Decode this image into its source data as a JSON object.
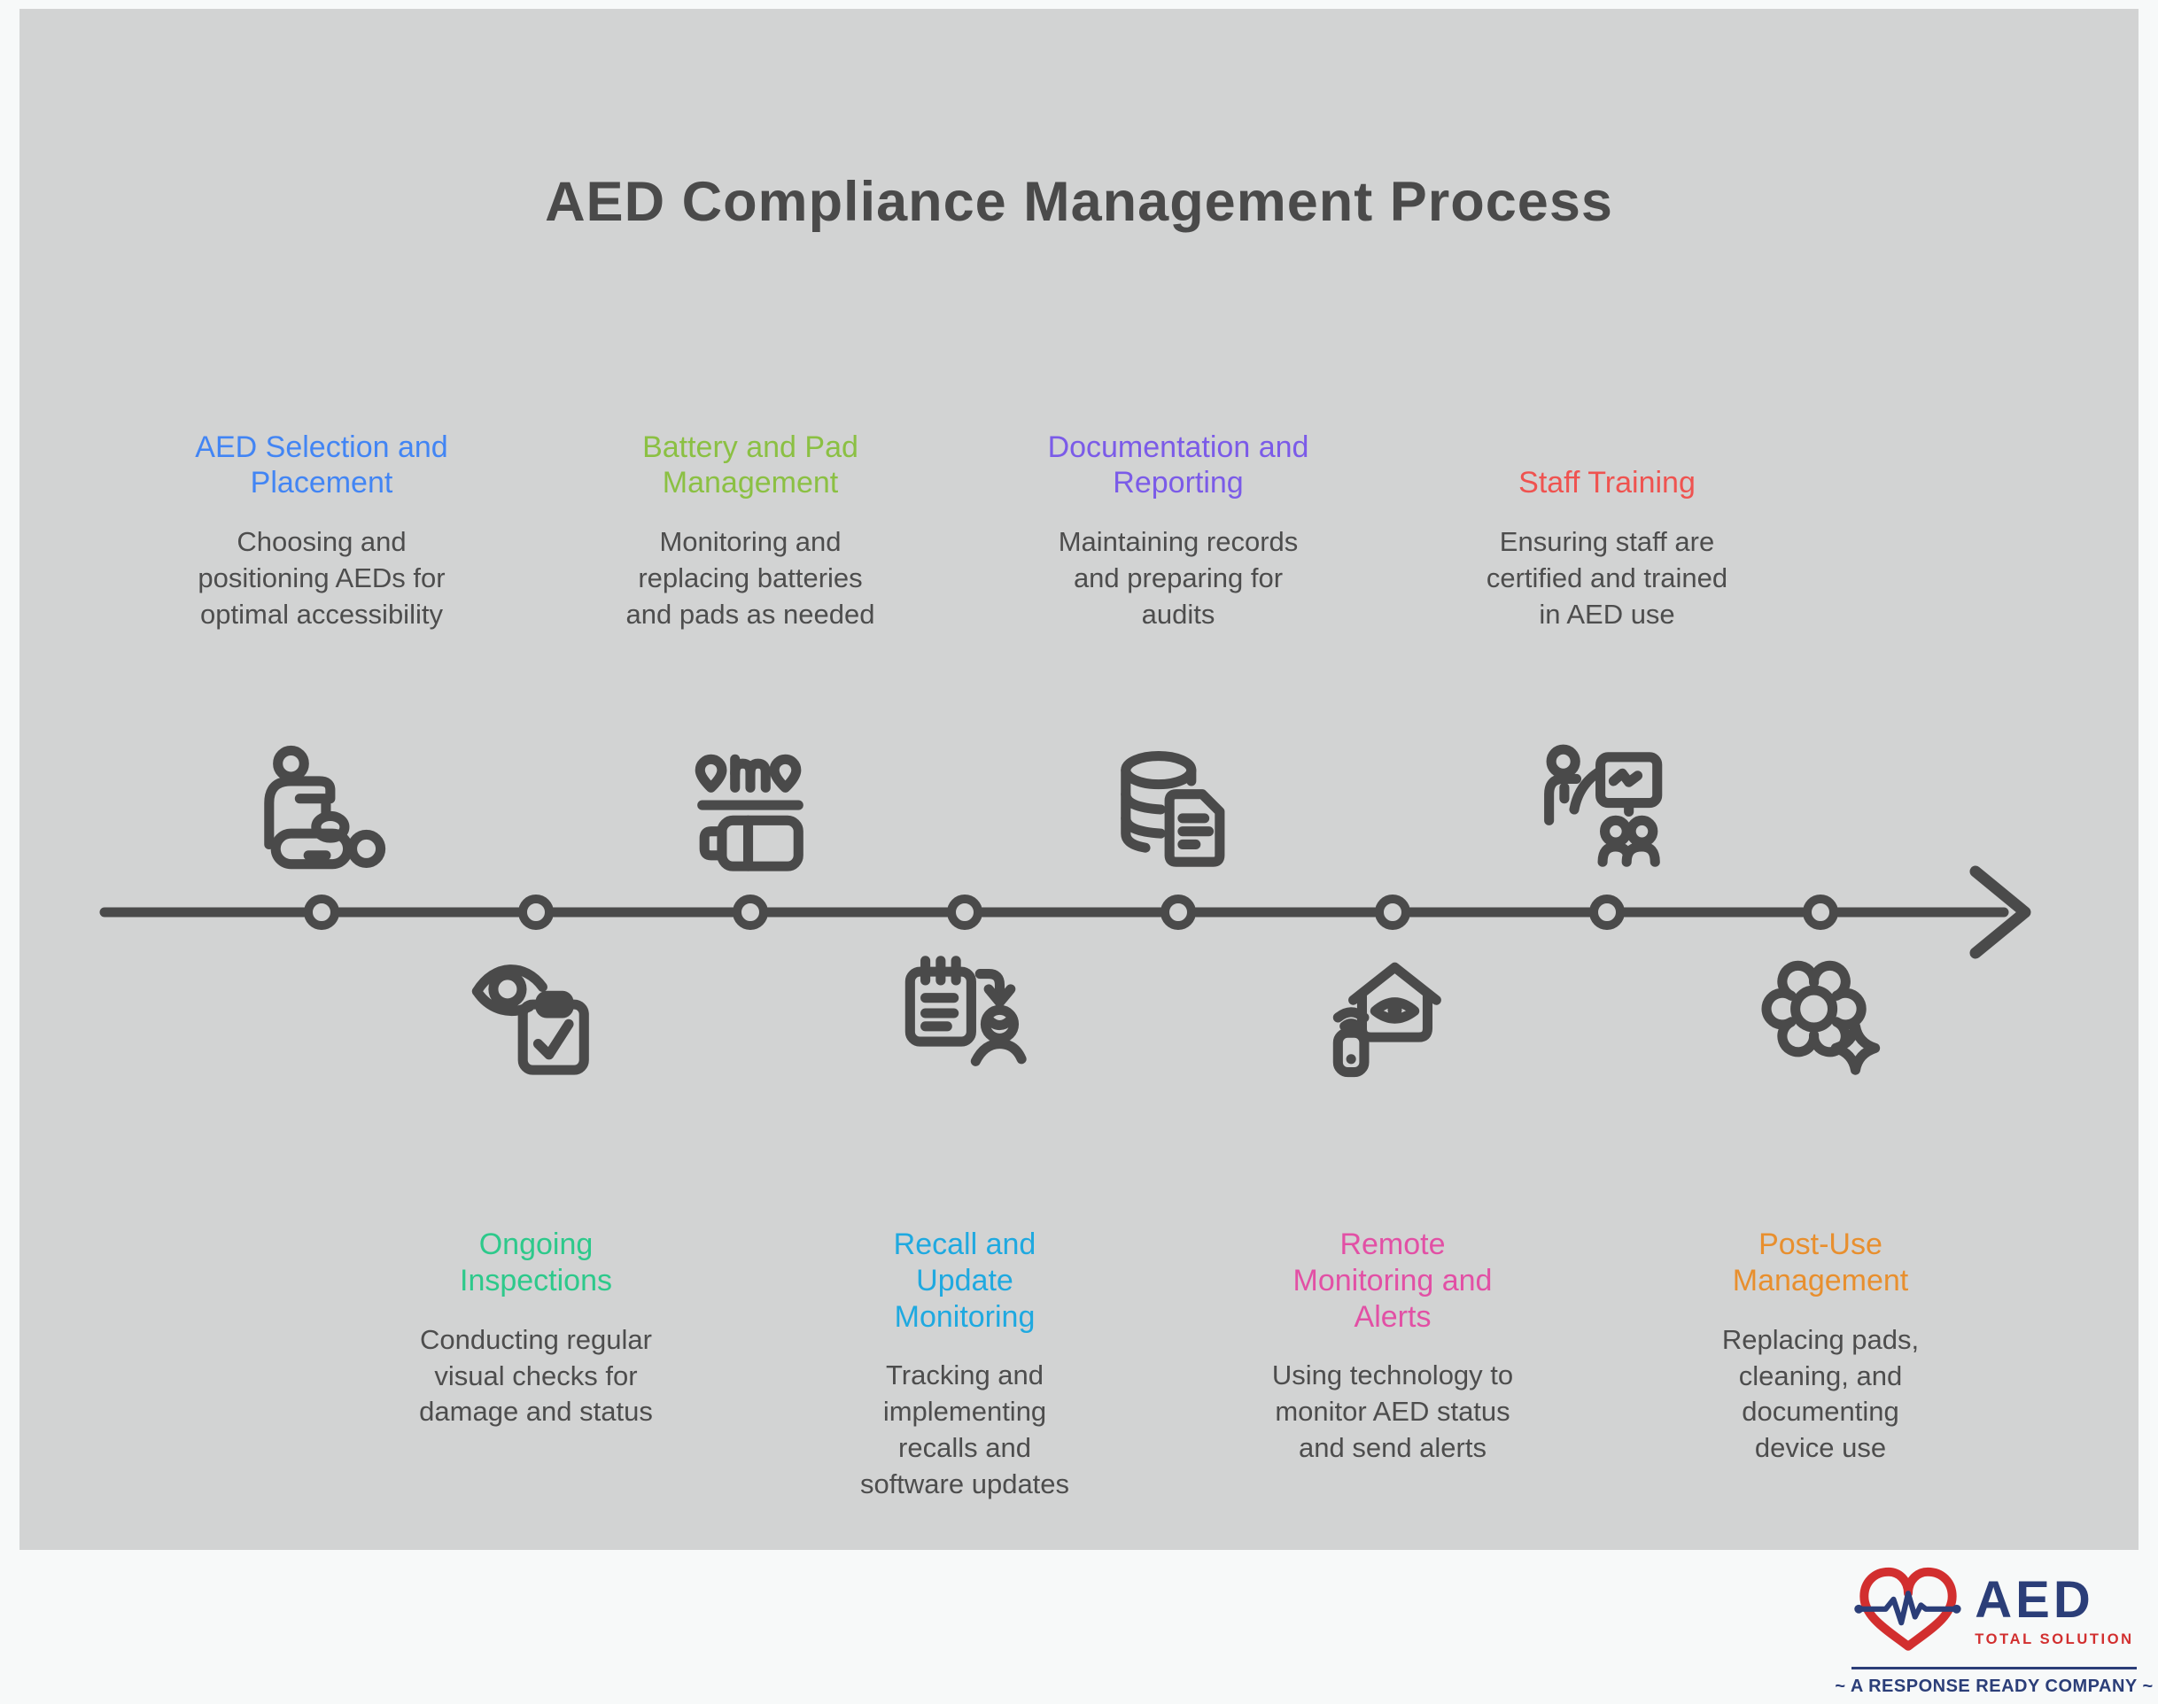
{
  "title": "AED Compliance Management Process",
  "steps": [
    {
      "title": "AED Selection and Placement",
      "description": "Choosing and positioning AEDs for optimal accessibility",
      "color": "#4285f4",
      "position": "top",
      "icon": "cpr-person-icon"
    },
    {
      "title": "Ongoing Inspections",
      "description": "Conducting regular visual checks for damage and status",
      "color": "#2dc98b",
      "position": "bottom",
      "icon": "eye-clipboard-icon"
    },
    {
      "title": "Battery and Pad Management",
      "description": "Monitoring and replacing batteries and pads as needed",
      "color": "#8bc043",
      "position": "top",
      "icon": "battery-location-icon"
    },
    {
      "title": "Recall and Update Monitoring",
      "description": "Tracking and implementing recalls and software updates",
      "color": "#1fa9e0",
      "position": "bottom",
      "icon": "notepad-update-person-icon"
    },
    {
      "title": "Documentation and Reporting",
      "description": "Maintaining records and preparing for audits",
      "color": "#7b5be8",
      "position": "top",
      "icon": "database-document-icon"
    },
    {
      "title": "Remote Monitoring and Alerts",
      "description": "Using technology to monitor AED status and send alerts",
      "color": "#e250a5",
      "position": "bottom",
      "icon": "smart-home-eye-icon"
    },
    {
      "title": "Staff Training",
      "description": "Ensuring staff are certified and trained in AED use",
      "color": "#ef5350",
      "position": "top",
      "icon": "instructor-whiteboard-icon"
    },
    {
      "title": "Post-Use Management",
      "description": "Replacing pads, cleaning, and documenting device use",
      "color": "#e88f2e",
      "position": "bottom",
      "icon": "gear-sparkle-icon"
    }
  ],
  "timeline": {
    "node_count": 8,
    "direction": "left-to-right",
    "line_color": "#4a4a4a",
    "node_fill": "#d2d3d3"
  },
  "colors": {
    "panel_background": "#d2d3d3",
    "outer_background": "#f7f9f9",
    "icon_stroke": "#4a4a4a",
    "title_text": "#4a4a4a",
    "description_text": "#4d4d4d"
  },
  "logo": {
    "name": "AED",
    "subtitle": "TOTAL SOLUTION",
    "tagline": "~ A RESPONSE READY COMPANY ~",
    "navy": "#2b3e78",
    "red": "#d22f2f"
  }
}
